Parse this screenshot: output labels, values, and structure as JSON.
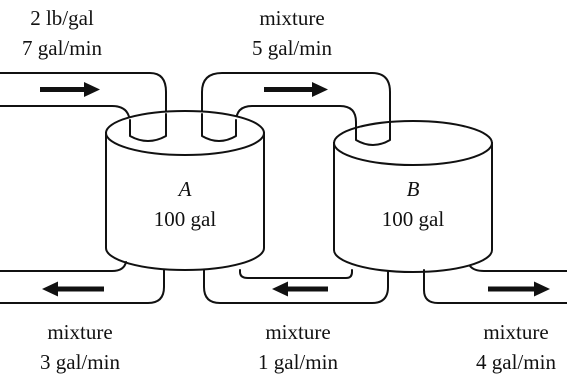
{
  "inflow_a": {
    "line1": "2 lb/gal",
    "line2": "7 gal/min"
  },
  "a_to_b": {
    "line1": "mixture",
    "line2": "5 gal/min"
  },
  "tank_a": {
    "name": "A",
    "volume": "100 gal"
  },
  "tank_b": {
    "name": "B",
    "volume": "100 gal"
  },
  "outflow_a": {
    "line1": "mixture",
    "line2": "3 gal/min"
  },
  "b_to_a": {
    "line1": "mixture",
    "line2": "1 gal/min"
  },
  "outflow_b": {
    "line1": "mixture",
    "line2": "4 gal/min"
  },
  "colors": {
    "ink": "#111111",
    "paper": "#ffffff"
  }
}
